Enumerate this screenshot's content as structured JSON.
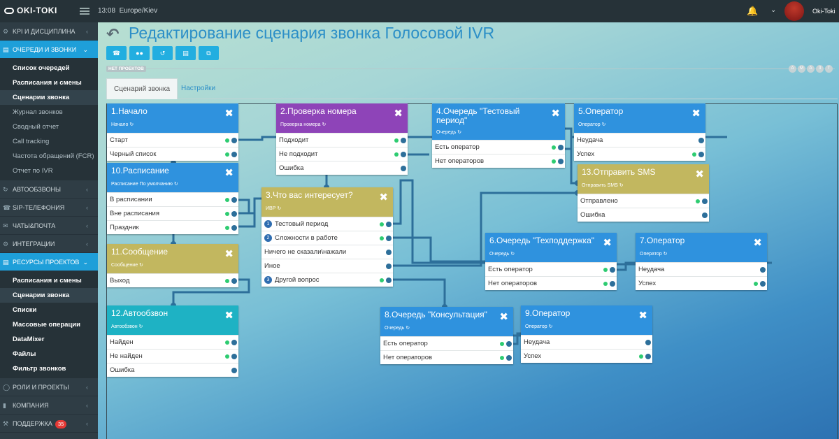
{
  "app": {
    "logo": "OKI-TOKI",
    "time": "13:08",
    "timezone": "Europe/Kiev",
    "user": "Oki-Toki"
  },
  "sidebar": {
    "sections": [
      {
        "label": "KPI И ДИСЦИПЛИНА",
        "icon": "gear-icon"
      },
      {
        "label": "ОЧЕРЕДИ И ЗВОНКИ",
        "icon": "list-icon",
        "active": true
      },
      {
        "label": "АВТООБЗВОНЫ",
        "icon": "cycle-icon"
      },
      {
        "label": "SIP-ТЕЛЕФОНИЯ",
        "icon": "sip-icon"
      },
      {
        "label": "ЧАТЫ&ПОЧТА",
        "icon": "chat-icon"
      },
      {
        "label": "ИНТЕГРАЦИИ",
        "icon": "cog-icon"
      },
      {
        "label": "РЕСУРСЫ ПРОЕКТОВ",
        "icon": "list-icon",
        "active": true
      },
      {
        "label": "РОЛИ И ПРОЕКТЫ",
        "icon": "roles-icon"
      },
      {
        "label": "КОМПАНИЯ",
        "icon": "chart-icon"
      },
      {
        "label": "ПОДДЕРЖКА",
        "icon": "wrench-icon",
        "badge": "35"
      }
    ],
    "queues_items": [
      "Список очередей",
      "Расписания и смены",
      "Сценарии звонка",
      "Журнал звонков",
      "Сводный отчет",
      "Call tracking",
      "Частота обращений (FCR)",
      "Отчет по IVR"
    ],
    "resources_items": [
      "Расписания и смены",
      "Сценарии звонка",
      "Списки",
      "Массовые операции",
      "DataMixer",
      "Файлы",
      "Фильтр звонков"
    ]
  },
  "page": {
    "title": "Редактирование сценария звонка Голосовой IVR",
    "project_tag": "НЕТ ПРОЕКТОВ",
    "az": [
      "А",
      "М",
      "А",
      "З",
      "Т"
    ],
    "tabs": [
      "Сценарий звонка",
      "Настройки"
    ],
    "toolbar": [
      "phone-icon",
      "users-icon",
      "history-icon",
      "document-icon",
      "copy-icon"
    ]
  },
  "nodes": {
    "n1": {
      "title": "1.Начало",
      "type": "Начало",
      "rows": [
        "Старт",
        "Черный список"
      ]
    },
    "n2": {
      "title": "2.Проверка номера",
      "type": "Проверка номера",
      "rows": [
        "Подходит",
        "Не подходит",
        "Ошибка"
      ]
    },
    "n3": {
      "title": "3.Что вас интересует?",
      "type": "ИВР",
      "rows": [
        {
          "n": "1",
          "t": "Тестовый период"
        },
        {
          "n": "2",
          "t": "Сложности в работе"
        },
        {
          "n": "",
          "t": "Ничего не сказали\\нажали"
        },
        {
          "n": "",
          "t": "Иное"
        },
        {
          "n": "3",
          "t": "Другой вопрос"
        }
      ]
    },
    "n4": {
      "title": "4.Очередь \"Тестовый период\"",
      "type": "Очередь",
      "rows": [
        "Есть оператор",
        "Нет операторов"
      ]
    },
    "n5": {
      "title": "5.Оператор",
      "type": "Оператор",
      "rows": [
        "Неудача",
        "Успех"
      ]
    },
    "n6": {
      "title": "6.Очередь \"Техподдержка\"",
      "type": "Очередь",
      "rows": [
        "Есть оператор",
        "Нет операторов"
      ]
    },
    "n7": {
      "title": "7.Оператор",
      "type": "Оператор",
      "rows": [
        "Неудача",
        "Успех"
      ]
    },
    "n8": {
      "title": "8.Очередь \"Консультация\"",
      "type": "Очередь",
      "rows": [
        "Есть оператор",
        "Нет операторов"
      ]
    },
    "n9": {
      "title": "9.Оператор",
      "type": "Оператор",
      "rows": [
        "Неудача",
        "Успех"
      ]
    },
    "n10": {
      "title": "10.Расписание",
      "type": "Расписание По умолчанию",
      "rows": [
        "В расписании",
        "Вне расписания",
        "Праздник"
      ]
    },
    "n11": {
      "title": "11.Сообщение",
      "type": "Сообщение",
      "rows": [
        "Выход"
      ]
    },
    "n12": {
      "title": "12.Автообзвон",
      "type": "Автообзвон",
      "rows": [
        "Найден",
        "Не найден",
        "Ошибка"
      ]
    },
    "n13": {
      "title": "13.Отправить SMS",
      "type": "Отправить SMS",
      "rows": [
        "Отправлено",
        "Ошибка"
      ]
    }
  },
  "colors": {
    "node_blue": "#2f92de",
    "node_purple": "#8e44b8",
    "node_olive": "#c2b75f",
    "node_teal": "#1eb2c4",
    "sidebar_active": "#1e9fd9",
    "wire": "#2d6f9a",
    "connected_dot": "#2ecc71"
  }
}
